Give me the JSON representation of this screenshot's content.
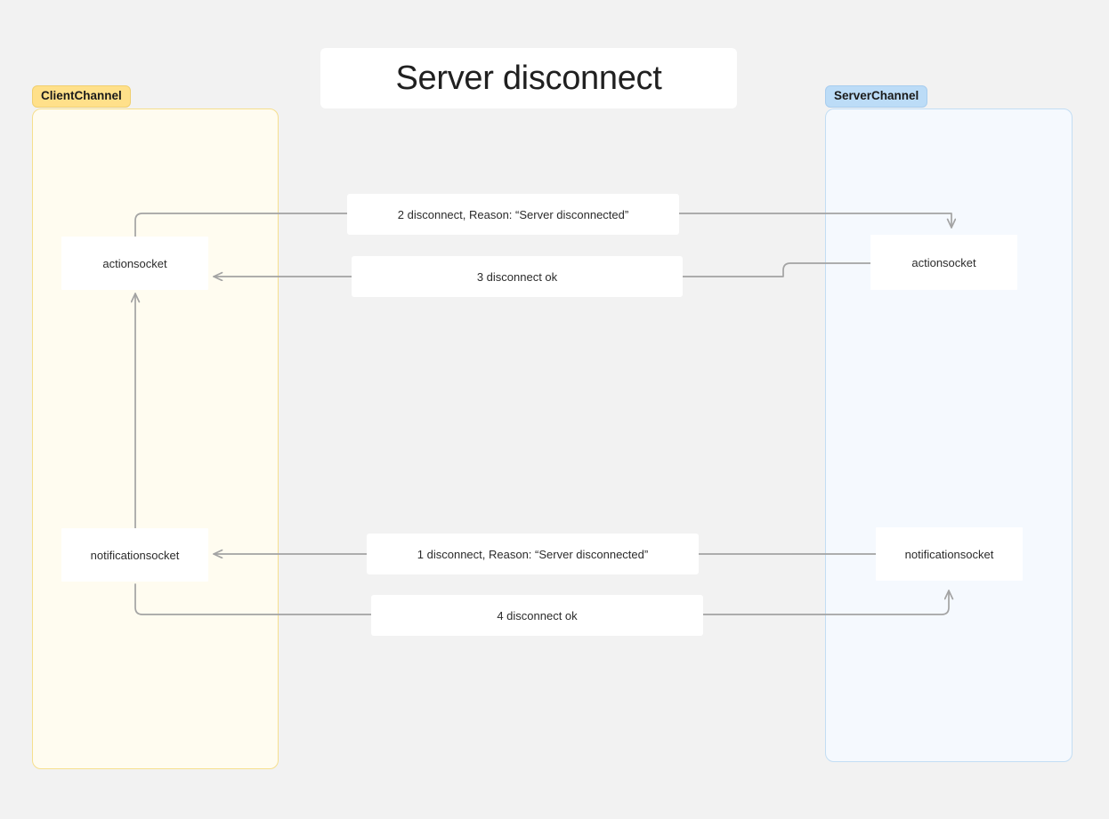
{
  "diagram": {
    "title": "Server disconnect",
    "background_color": "#f2f2f2",
    "arrow_color": "#a3a3a3"
  },
  "participants": [
    {
      "id": "client",
      "label": "ClientChannel",
      "badge_color": "#ffe08a",
      "container_color": "#fffcf0",
      "border_color": "#f6df8e",
      "nodes": [
        {
          "id": "client-action",
          "label": "actionsocket"
        },
        {
          "id": "client-notification",
          "label": "notificationsocket"
        }
      ]
    },
    {
      "id": "server",
      "label": "ServerChannel",
      "badge_color": "#bcdcf7",
      "container_color": "#f5f9fe",
      "border_color": "#c3def4",
      "nodes": [
        {
          "id": "server-action",
          "label": "actionsocket"
        },
        {
          "id": "server-notification",
          "label": "notificationsocket"
        }
      ]
    }
  ],
  "messages": [
    {
      "seq": "1",
      "label": "1 disconnect, Reason: “Server disconnected”",
      "from": "server-notification",
      "to": "client-notification",
      "direction": "right-to-left"
    },
    {
      "seq": "2",
      "label": "2 disconnect, Reason: “Server disconnected”",
      "from": "client-action",
      "to": "server-action",
      "direction": "left-to-right"
    },
    {
      "seq": "3",
      "label": "3 disconnect ok",
      "from": "server-action",
      "to": "client-action",
      "direction": "right-to-left"
    },
    {
      "seq": "4",
      "label": "4 disconnect ok",
      "from": "client-notification",
      "to": "server-notification",
      "direction": "left-to-right"
    }
  ],
  "internal_flow": {
    "label": "",
    "from": "client-notification",
    "to": "client-action"
  }
}
